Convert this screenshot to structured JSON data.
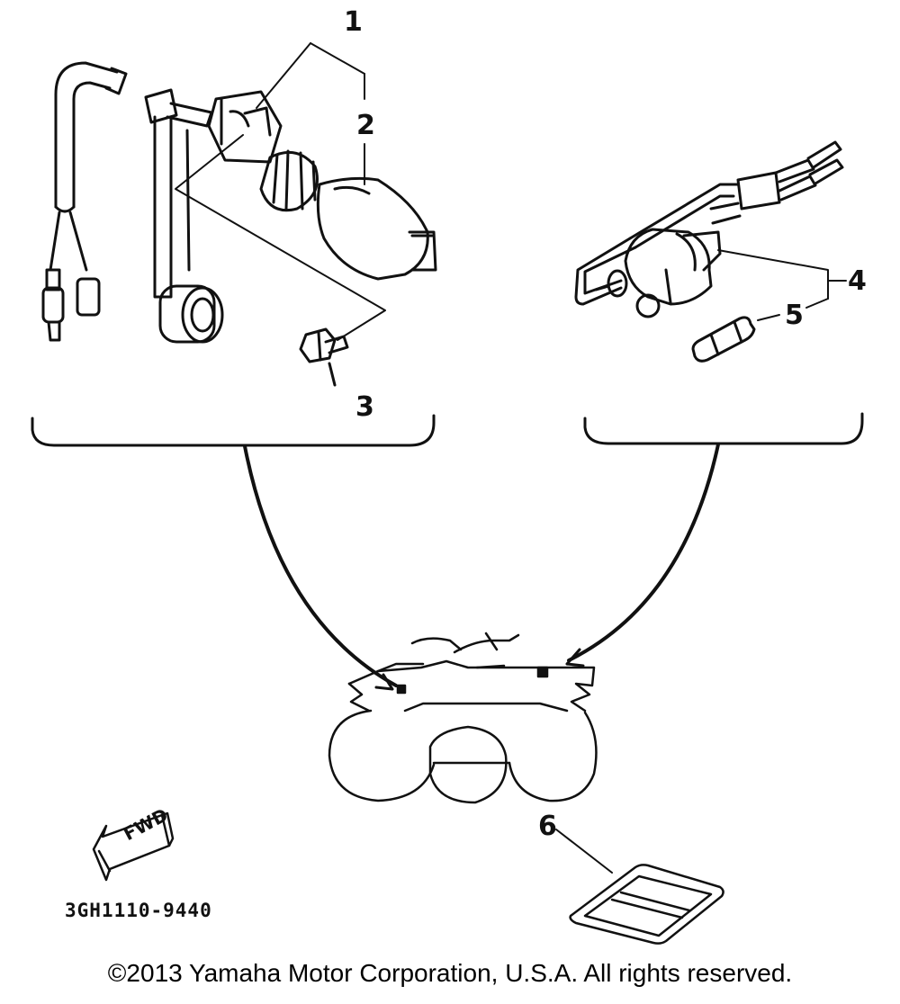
{
  "callouts": {
    "c1": "1",
    "c2": "2",
    "c3": "3",
    "c4": "4",
    "c5": "5",
    "c6": "6"
  },
  "direction_label": "FWD",
  "part_code": "3GH1110-9440",
  "copyright": "©2013 Yamaha Motor Corporation, U.S.A. All rights reserved."
}
